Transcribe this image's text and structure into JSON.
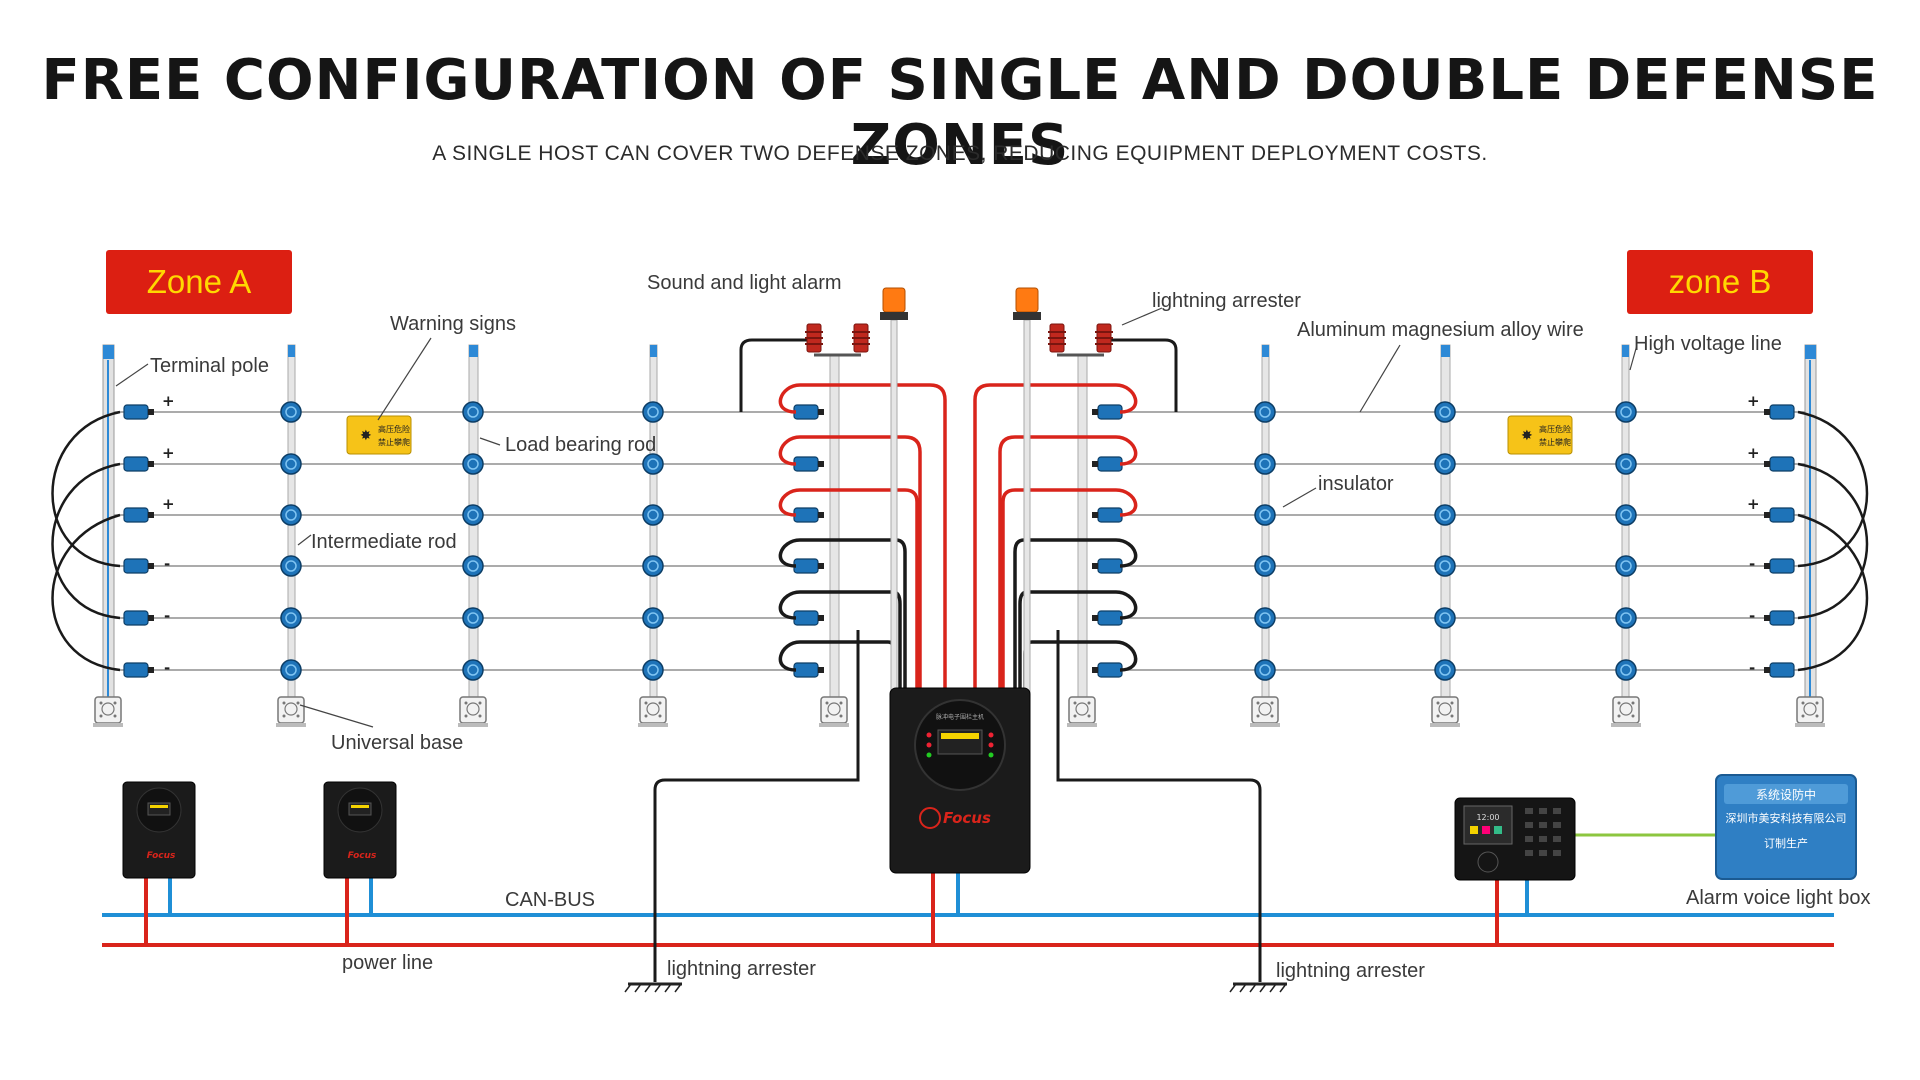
{
  "title": "FREE CONFIGURATION OF SINGLE AND DOUBLE DEFENSE ZONES",
  "subtitle": "A SINGLE HOST CAN COVER TWO DEFENSE ZONES, REDUCING EQUIPMENT DEPLOYMENT COSTS.",
  "zones": {
    "a": "Zone A",
    "b": "zone B"
  },
  "labels": {
    "terminal_pole": "Terminal pole",
    "warning_signs": "Warning signs",
    "load_bearing_rod": "Load bearing rod",
    "intermediate_rod": "Intermediate rod",
    "universal_base": "Universal base",
    "sound_light_alarm": "Sound and light alarm",
    "lightning_arrester_top": "lightning arrester",
    "aluminum_wire": "Aluminum magnesium alloy wire",
    "high_voltage_line": "High voltage line",
    "insulator": "insulator",
    "can_bus": "CAN-BUS",
    "power_line": "power line",
    "lightning_arrester_left": "lightning arrester",
    "lightning_arrester_right": "lightning arrester",
    "alarm_voice_light_box": "Alarm voice light box"
  },
  "wire_polarity": {
    "left": [
      "+",
      "+",
      "+",
      "-",
      "-",
      "-"
    ],
    "right": [
      "+",
      "+",
      "+",
      "-",
      "-",
      "-"
    ]
  },
  "host": {
    "brand": "Focus",
    "panel_text": "脉冲电子围栏主机"
  },
  "small_host": {
    "brand": "Focus"
  },
  "warning_sign_text": [
    "高压危险",
    "禁止攀爬"
  ],
  "alarm_box": {
    "header": "系统设防中",
    "company": "深圳市美安科技有限公司",
    "footer": "订制生产"
  },
  "keypad": {
    "time": "12:00"
  },
  "colors": {
    "red": "#d9241b",
    "blue": "#1f8fd6",
    "black": "#1a1a1a",
    "zone_badge": "#dc1f12",
    "zone_text": "#ffd800",
    "insulator": "#1e73b8",
    "green_link": "#8cc63f"
  }
}
